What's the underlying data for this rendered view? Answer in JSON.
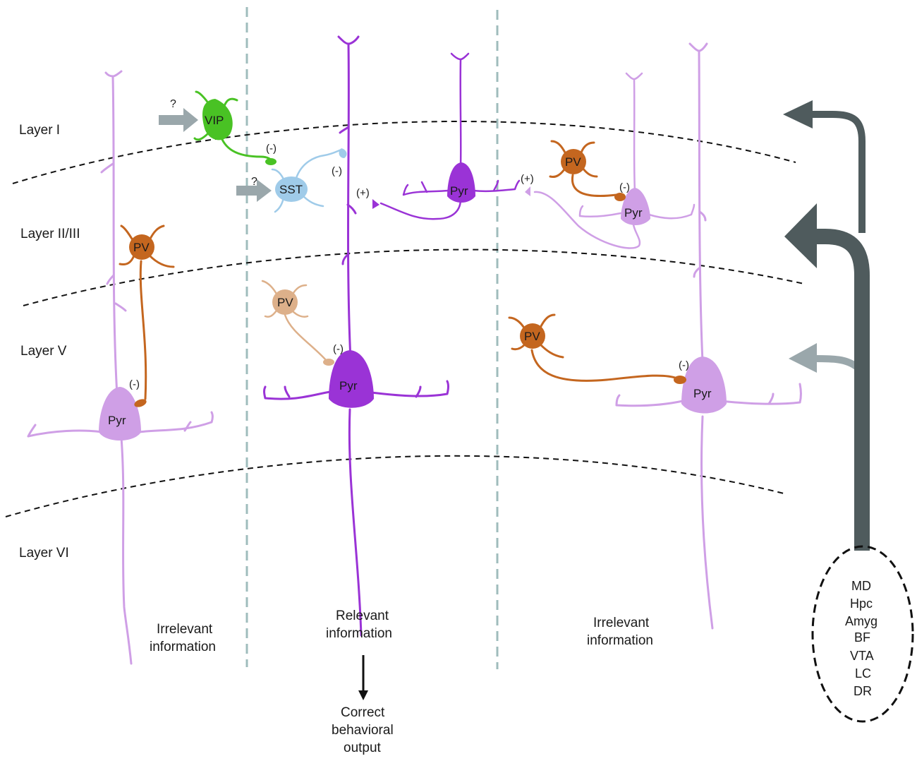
{
  "layers": [
    "Layer I",
    "Layer II/III",
    "Layer V",
    "Layer VI"
  ],
  "cells": {
    "vip": "VIP",
    "sst": "SST",
    "pv": "PV",
    "pyr": "Pyr"
  },
  "signs": {
    "inhibit": "(-)",
    "excite": "(+)"
  },
  "unknown_input": "?",
  "columns": {
    "left": [
      "Irrelevant",
      "information"
    ],
    "middle": [
      "Relevant",
      "information"
    ],
    "right": [
      "Irrelevant",
      "information"
    ]
  },
  "output": [
    "Correct",
    "behavioral",
    "output"
  ],
  "sources": [
    "MD",
    "Hpc",
    "Amyg",
    "BF",
    "VTA",
    "LC",
    "DR"
  ],
  "colors": {
    "pyr_light": "#cf9fe6",
    "pyr_dark": "#9a33d6",
    "pv": "#c4661f",
    "pv_faded": "#ddb08a",
    "vip": "#49c224",
    "sst": "#9fcbe9",
    "input_arrow": "#9aa7ab",
    "modulatory": "#4f5b5d",
    "column_divider": "#9fbcbc"
  }
}
